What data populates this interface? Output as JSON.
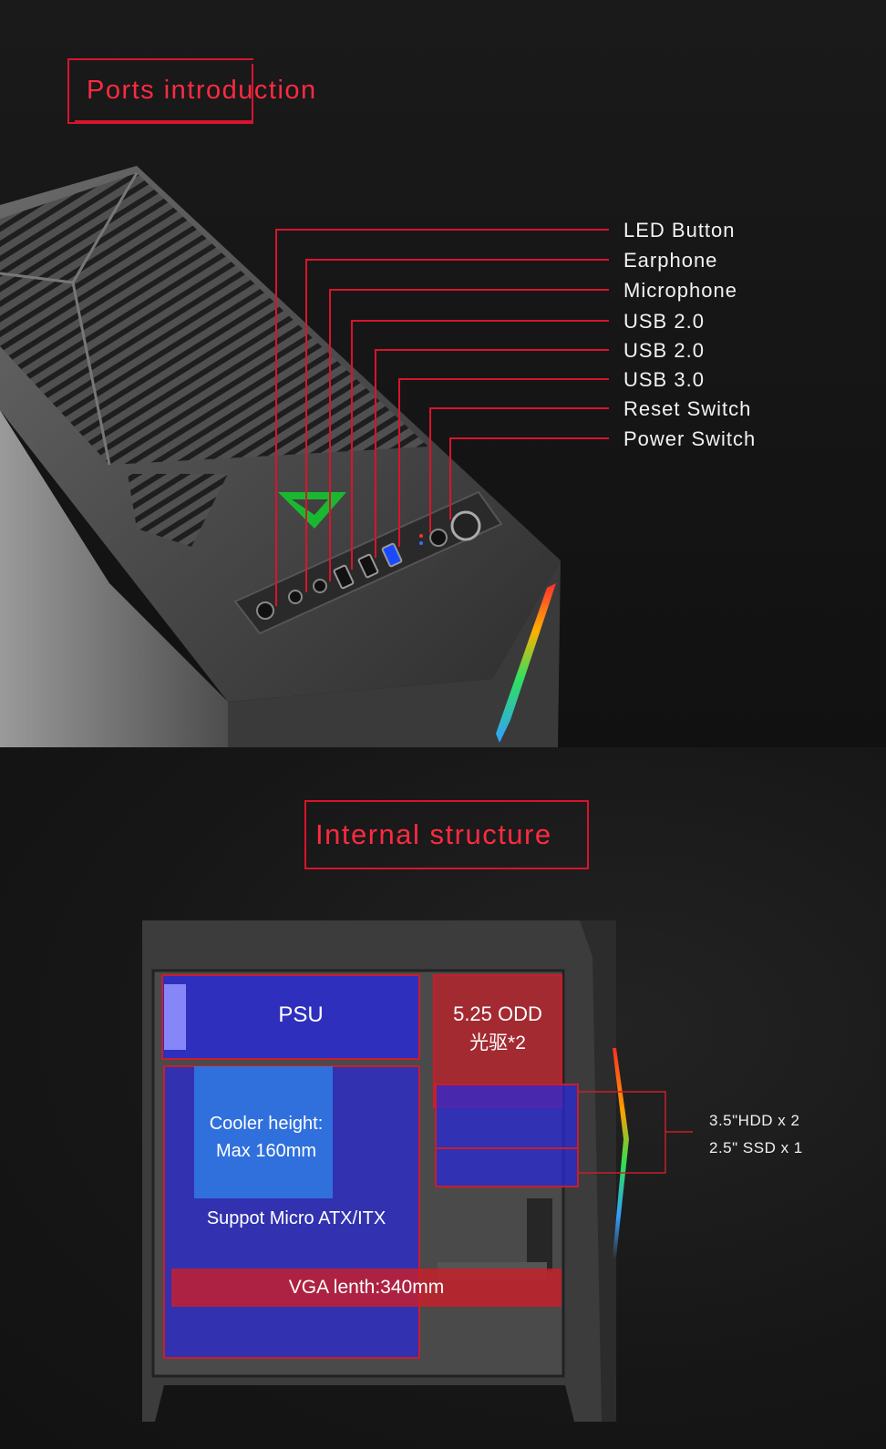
{
  "ports_section": {
    "title": "Ports introduction",
    "labels": [
      "LED Button",
      "Earphone",
      "Microphone",
      "USB 2.0",
      "USB 2.0",
      "USB 3.0",
      "Reset Switch",
      "Power Switch"
    ]
  },
  "internal_section": {
    "title": "Internal structure",
    "areas": {
      "psu": "PSU",
      "odd_line1": "5.25 ODD",
      "odd_line2": "光驱*2",
      "cooler_line1": "Cooler height:",
      "cooler_line2": "Max 160mm",
      "motherboard": "Suppot Micro ATX/ITX",
      "vga": "VGA lenth:340mm"
    },
    "drive_specs": [
      "3.5\"HDD x 2",
      "2.5\" SSD x 1"
    ]
  },
  "colors": {
    "accent_red": "#d8142c",
    "overlay_blue": "#2a2ad8",
    "overlay_red": "#c81e2a"
  }
}
